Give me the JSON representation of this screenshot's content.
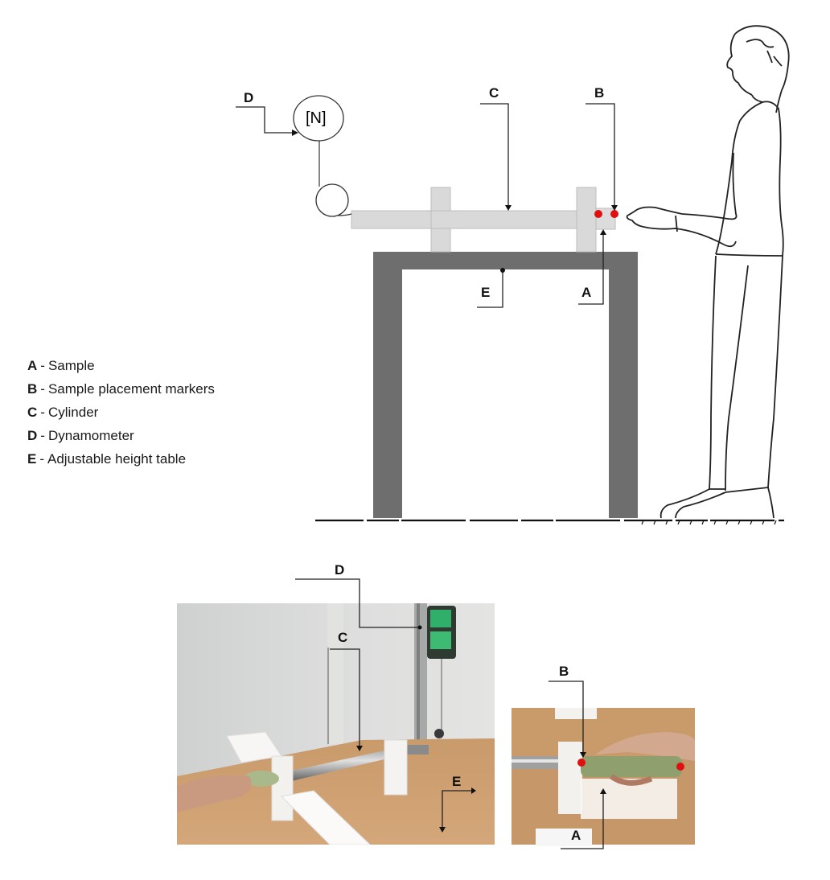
{
  "schematic": {
    "dynamometer_symbol": "[N]",
    "callouts": {
      "A": "A",
      "B": "B",
      "C": "C",
      "D": "D",
      "E": "E"
    },
    "colors": {
      "table": "#6e6e6e",
      "cylinder_fill": "#d9d9d9",
      "marker": "#e01010",
      "line": "#222222"
    }
  },
  "legend": {
    "items": [
      {
        "key": "A",
        "label": "Sample"
      },
      {
        "key": "B",
        "label": "Sample placement markers"
      },
      {
        "key": "C",
        "label": "Cylinder"
      },
      {
        "key": "D",
        "label": "Dynamometer"
      },
      {
        "key": "E",
        "label": "Adjustable height table"
      }
    ]
  },
  "photo_left": {
    "callouts": {
      "C": "C",
      "D": "D",
      "E": "E"
    }
  },
  "photo_right": {
    "callouts": {
      "A": "A",
      "B": "B"
    }
  }
}
